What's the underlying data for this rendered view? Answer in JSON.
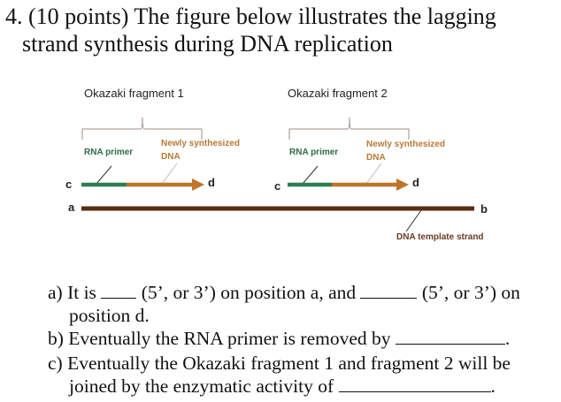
{
  "question": {
    "number_line": "4. (10 points) The figure below illustrates the lagging",
    "line2": "strand synthesis during DNA replication"
  },
  "figure": {
    "fragments": [
      {
        "title": "Okazaki fragment 1",
        "primer_label": "RNA primer",
        "new_dna_label_1": "Newly synthesized",
        "new_dna_label_2": "DNA",
        "end_left": "c",
        "end_right": "d"
      },
      {
        "title": "Okazaki fragment 2",
        "primer_label": "RNA primer",
        "new_dna_label_1": "Newly synthesized",
        "new_dna_label_2": "DNA",
        "end_left": "c",
        "end_right": "d"
      }
    ],
    "template": {
      "label": "DNA template strand",
      "end_left": "a",
      "end_right": "b"
    },
    "colors": {
      "rna_primer": "#2e7d52",
      "new_dna": "#c0752a",
      "template": "#5a2d14"
    }
  },
  "parts": {
    "a_prefix": "a) It is",
    "a_mid": "(5’, or 3’) on position a, and",
    "a_suffix": "(5’, or 3’)  on",
    "a_line2": "position d.",
    "b_text": "b) Eventually the RNA primer is removed by",
    "b_end": ".",
    "c_line1": "c) Eventually the Okazaki fragment 1 and fragment 2 will be",
    "c_line2": "joined by the enzymatic activity of",
    "c_end": "."
  }
}
